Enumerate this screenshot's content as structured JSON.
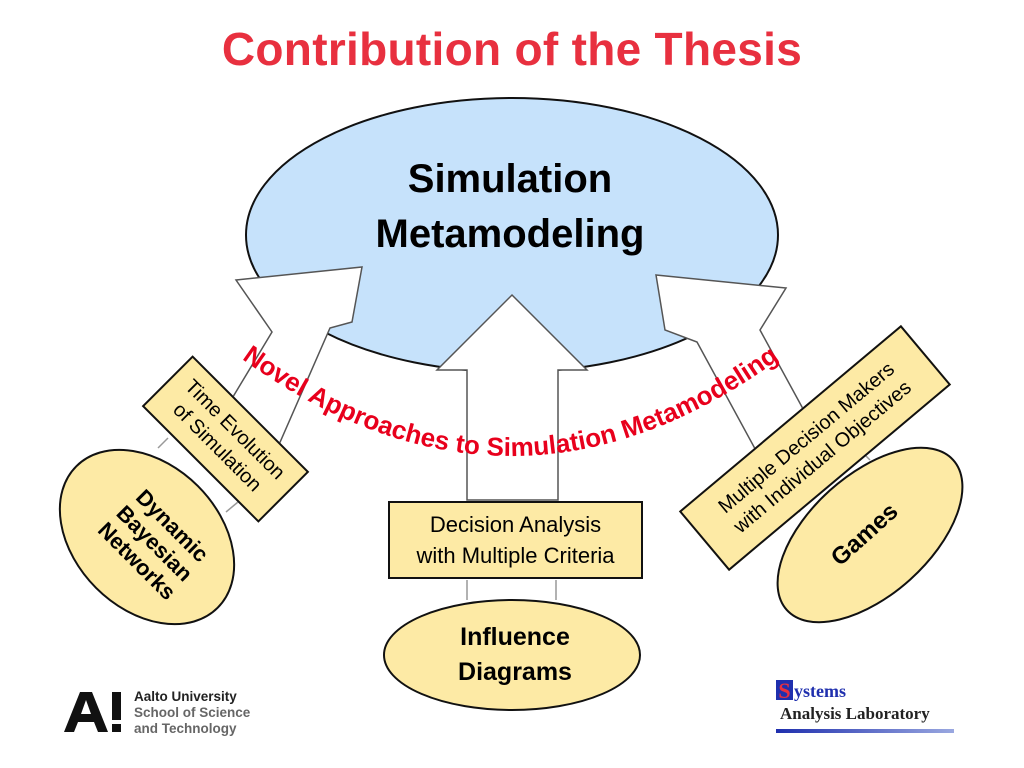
{
  "title": "Contribution of the Thesis",
  "center": {
    "line1": "Simulation",
    "line2": "Metamodeling"
  },
  "arc_text": "Novel Approaches to Simulation Metamodeling",
  "boxes": {
    "time_evolution": [
      "Time Evolution",
      "of Simulation"
    ],
    "decision_analysis": [
      "Decision Analysis",
      "with Multiple Criteria"
    ],
    "multiple_dm": [
      "Multiple Decision Makers",
      "with Individual Objectives"
    ]
  },
  "ovals": {
    "dbn": [
      "Dynamic",
      "Bayesian",
      "Networks"
    ],
    "influence": [
      "Influence",
      "Diagrams"
    ],
    "games": "Games"
  },
  "logos": {
    "aalto": [
      "Aalto University",
      "School of Science",
      "and Technology"
    ],
    "sal_letter": "S",
    "sal_word1": "ystems",
    "sal_word2": "Analysis Laboratory"
  },
  "colors": {
    "title": "#e8303f",
    "center_fill": "#c6e2fb",
    "box_fill": "#fdeaa5",
    "arc_text": "#e8001c",
    "sal_blue": "#1f2fae"
  }
}
